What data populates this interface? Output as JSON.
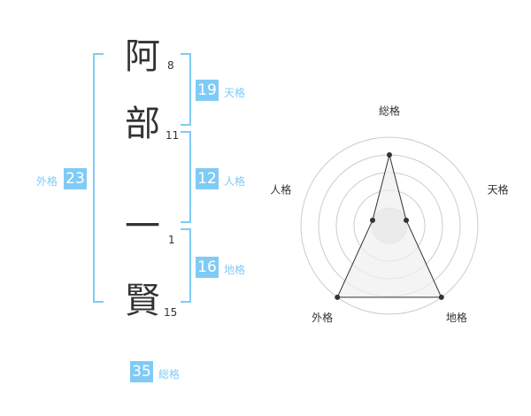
{
  "name": {
    "chars": [
      {
        "char": "阿",
        "strokes": "8"
      },
      {
        "char": "部",
        "strokes": "11"
      },
      {
        "char": "一",
        "strokes": "1"
      },
      {
        "char": "賢",
        "strokes": "15"
      }
    ]
  },
  "fortunes": {
    "tenkaku": {
      "value": "19",
      "label": "天格"
    },
    "jinkaku": {
      "value": "12",
      "label": "人格"
    },
    "chikaku": {
      "value": "16",
      "label": "地格"
    },
    "gaikaku": {
      "value": "23",
      "label": "外格"
    },
    "soukaku": {
      "value": "35",
      "label": "総格"
    }
  },
  "chart_data": {
    "type": "radar",
    "axes": [
      "総格",
      "天格",
      "地格",
      "外格",
      "人格"
    ],
    "values": [
      4,
      1,
      5,
      5,
      1
    ],
    "max": 5,
    "rings": 5,
    "grid": true,
    "colors": {
      "fill": "#f0f0f0",
      "stroke": "#333333",
      "grid": "#cccccc",
      "center": "#cccccc"
    }
  },
  "colors": {
    "accent": "#7fcbf5",
    "text": "#333333"
  }
}
